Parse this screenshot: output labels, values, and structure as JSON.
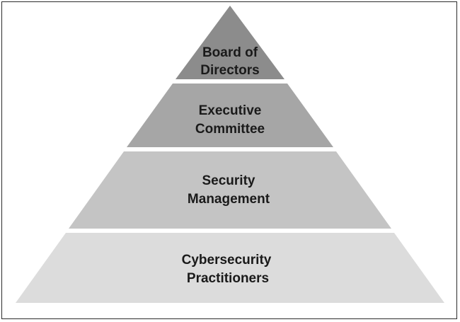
{
  "diagram": {
    "type": "pyramid",
    "tiers": [
      {
        "id": "board",
        "line1": "Board of",
        "line2": "Directors",
        "color": "#8c8c8c"
      },
      {
        "id": "executive",
        "line1": "Executive",
        "line2": "Committee",
        "color": "#a6a6a6"
      },
      {
        "id": "security",
        "line1": "Security",
        "line2": "Management",
        "color": "#c4c4c4"
      },
      {
        "id": "cyber",
        "line1": "Cybersecurity",
        "line2": "Practitioners",
        "color": "#dcdcdc"
      }
    ],
    "border_color": "#2b2b2b",
    "gap_color": "#ffffff"
  }
}
